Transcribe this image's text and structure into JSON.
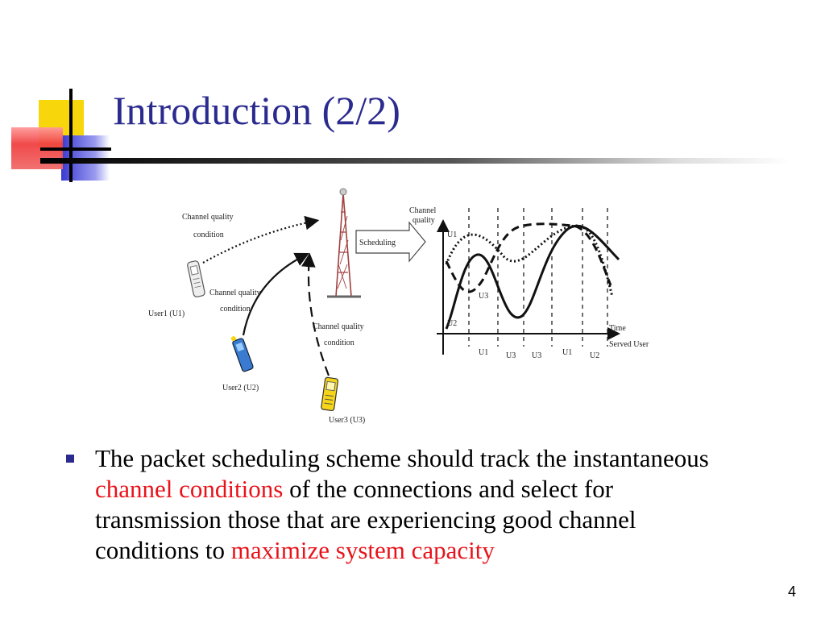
{
  "slide": {
    "title": "Introduction (2/2)",
    "page_number": "4"
  },
  "diagram": {
    "labels": {
      "cq_top_line1": "Channel quality",
      "cq_top_line2": "condition",
      "cq_mid_line1": "Channel quality",
      "cq_mid_line2": "condition",
      "cq_low_line1": "Channel quality",
      "cq_low_line2": "condition",
      "user1": "User1 (U1)",
      "user2": "User2 (U2)",
      "user3": "User3 (U3)",
      "scheduling": "Scheduling",
      "y_axis_line1": "Channel",
      "y_axis_line2": "quality",
      "x_axis_time": "Time",
      "x_axis_served": "Served User",
      "curve_u1": "U1",
      "curve_u2": "U2",
      "curve_u3": "U3"
    },
    "served_sequence": [
      "U1",
      "U3",
      "U3",
      "U1",
      "U2"
    ]
  },
  "bullet": {
    "part1": "The packet scheduling scheme should track the instantaneous ",
    "highlight1": "channel conditions",
    "part2": " of the connections and select for transmission those that are experiencing good channel conditions to ",
    "highlight2": "maximize system capacity"
  },
  "colors": {
    "title": "#2b2b8f",
    "highlight": "#e8131a",
    "deco_yellow": "#f7d70b",
    "deco_red": "#f04040",
    "deco_blue": "#3a3ad0"
  }
}
